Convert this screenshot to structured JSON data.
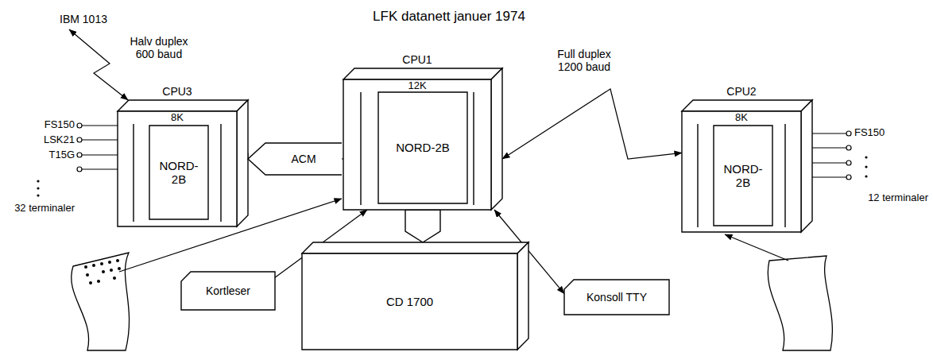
{
  "diagram": {
    "title": "LFK datanett januer 1974",
    "nodes": [
      {
        "text": [
          "IBM 1013"
        ]
      },
      {
        "text": [
          "CPU3",
          "8K"
        ]
      },
      {
        "text": [
          "NORD- 2B"
        ],
        "in": 1
      },
      {
        "text": [
          "CPU1",
          "12K"
        ]
      },
      {
        "text": [
          "NORD-2B"
        ],
        "in": 3
      },
      {
        "text": [
          "CPU2",
          "8K"
        ]
      },
      {
        "text": [
          "NORD- 2B"
        ],
        "in": 5
      },
      {
        "text": [
          "ACM"
        ]
      },
      {
        "text": [
          "CD 1700"
        ]
      },
      {
        "text": [
          "Kortleser"
        ]
      },
      {
        "text": [
          "Konsoll TTY"
        ]
      }
    ],
    "edges": [
      {
        "from": 1,
        "to": 0,
        "label": "Halv duplex 600 baud",
        "arrow": "both"
      },
      {
        "from": 1,
        "to": 7,
        "arrow": "none"
      },
      {
        "from": 7,
        "to": 3,
        "arrow": "none"
      },
      {
        "from": 3,
        "to": 5,
        "label": "Full duplex 1200 baud",
        "arrow": "both"
      },
      {
        "from": 3,
        "to": 8,
        "arrow": "to"
      },
      {
        "from": 9,
        "to": 3,
        "arrow": "to"
      },
      {
        "from": 3,
        "to": 10,
        "arrow": "both"
      }
    ],
    "labels": [
      "FS150",
      "LSK21",
      "T15G",
      "32 terminaler",
      "FS150",
      "12 terminaler"
    ]
  }
}
